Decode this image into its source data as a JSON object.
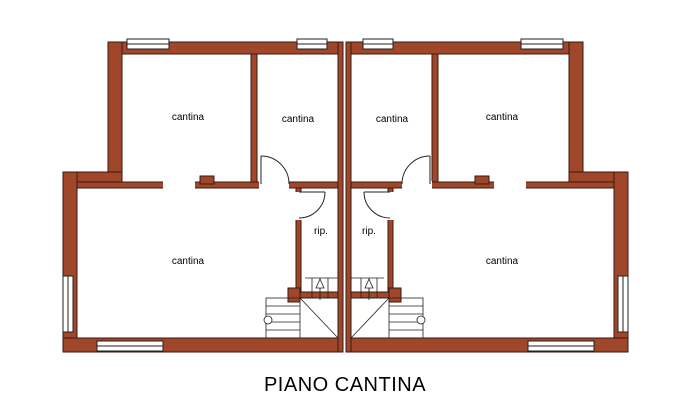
{
  "plan": {
    "title": "PIANO CANTINA",
    "rooms": [
      {
        "label": "cantina"
      },
      {
        "label": "cantina"
      },
      {
        "label": "cantina"
      },
      {
        "label": "cantina"
      },
      {
        "label": "rip."
      },
      {
        "label": "rip."
      },
      {
        "label": "cantina"
      },
      {
        "label": "cantina"
      }
    ]
  },
  "colors": {
    "wall": "#a0472b",
    "wall_outline": "#3a1a10",
    "window_frame": "#222222",
    "background": "#ffffff"
  },
  "icons": [
    "door-swing-icon",
    "window-icon",
    "staircase-icon"
  ]
}
